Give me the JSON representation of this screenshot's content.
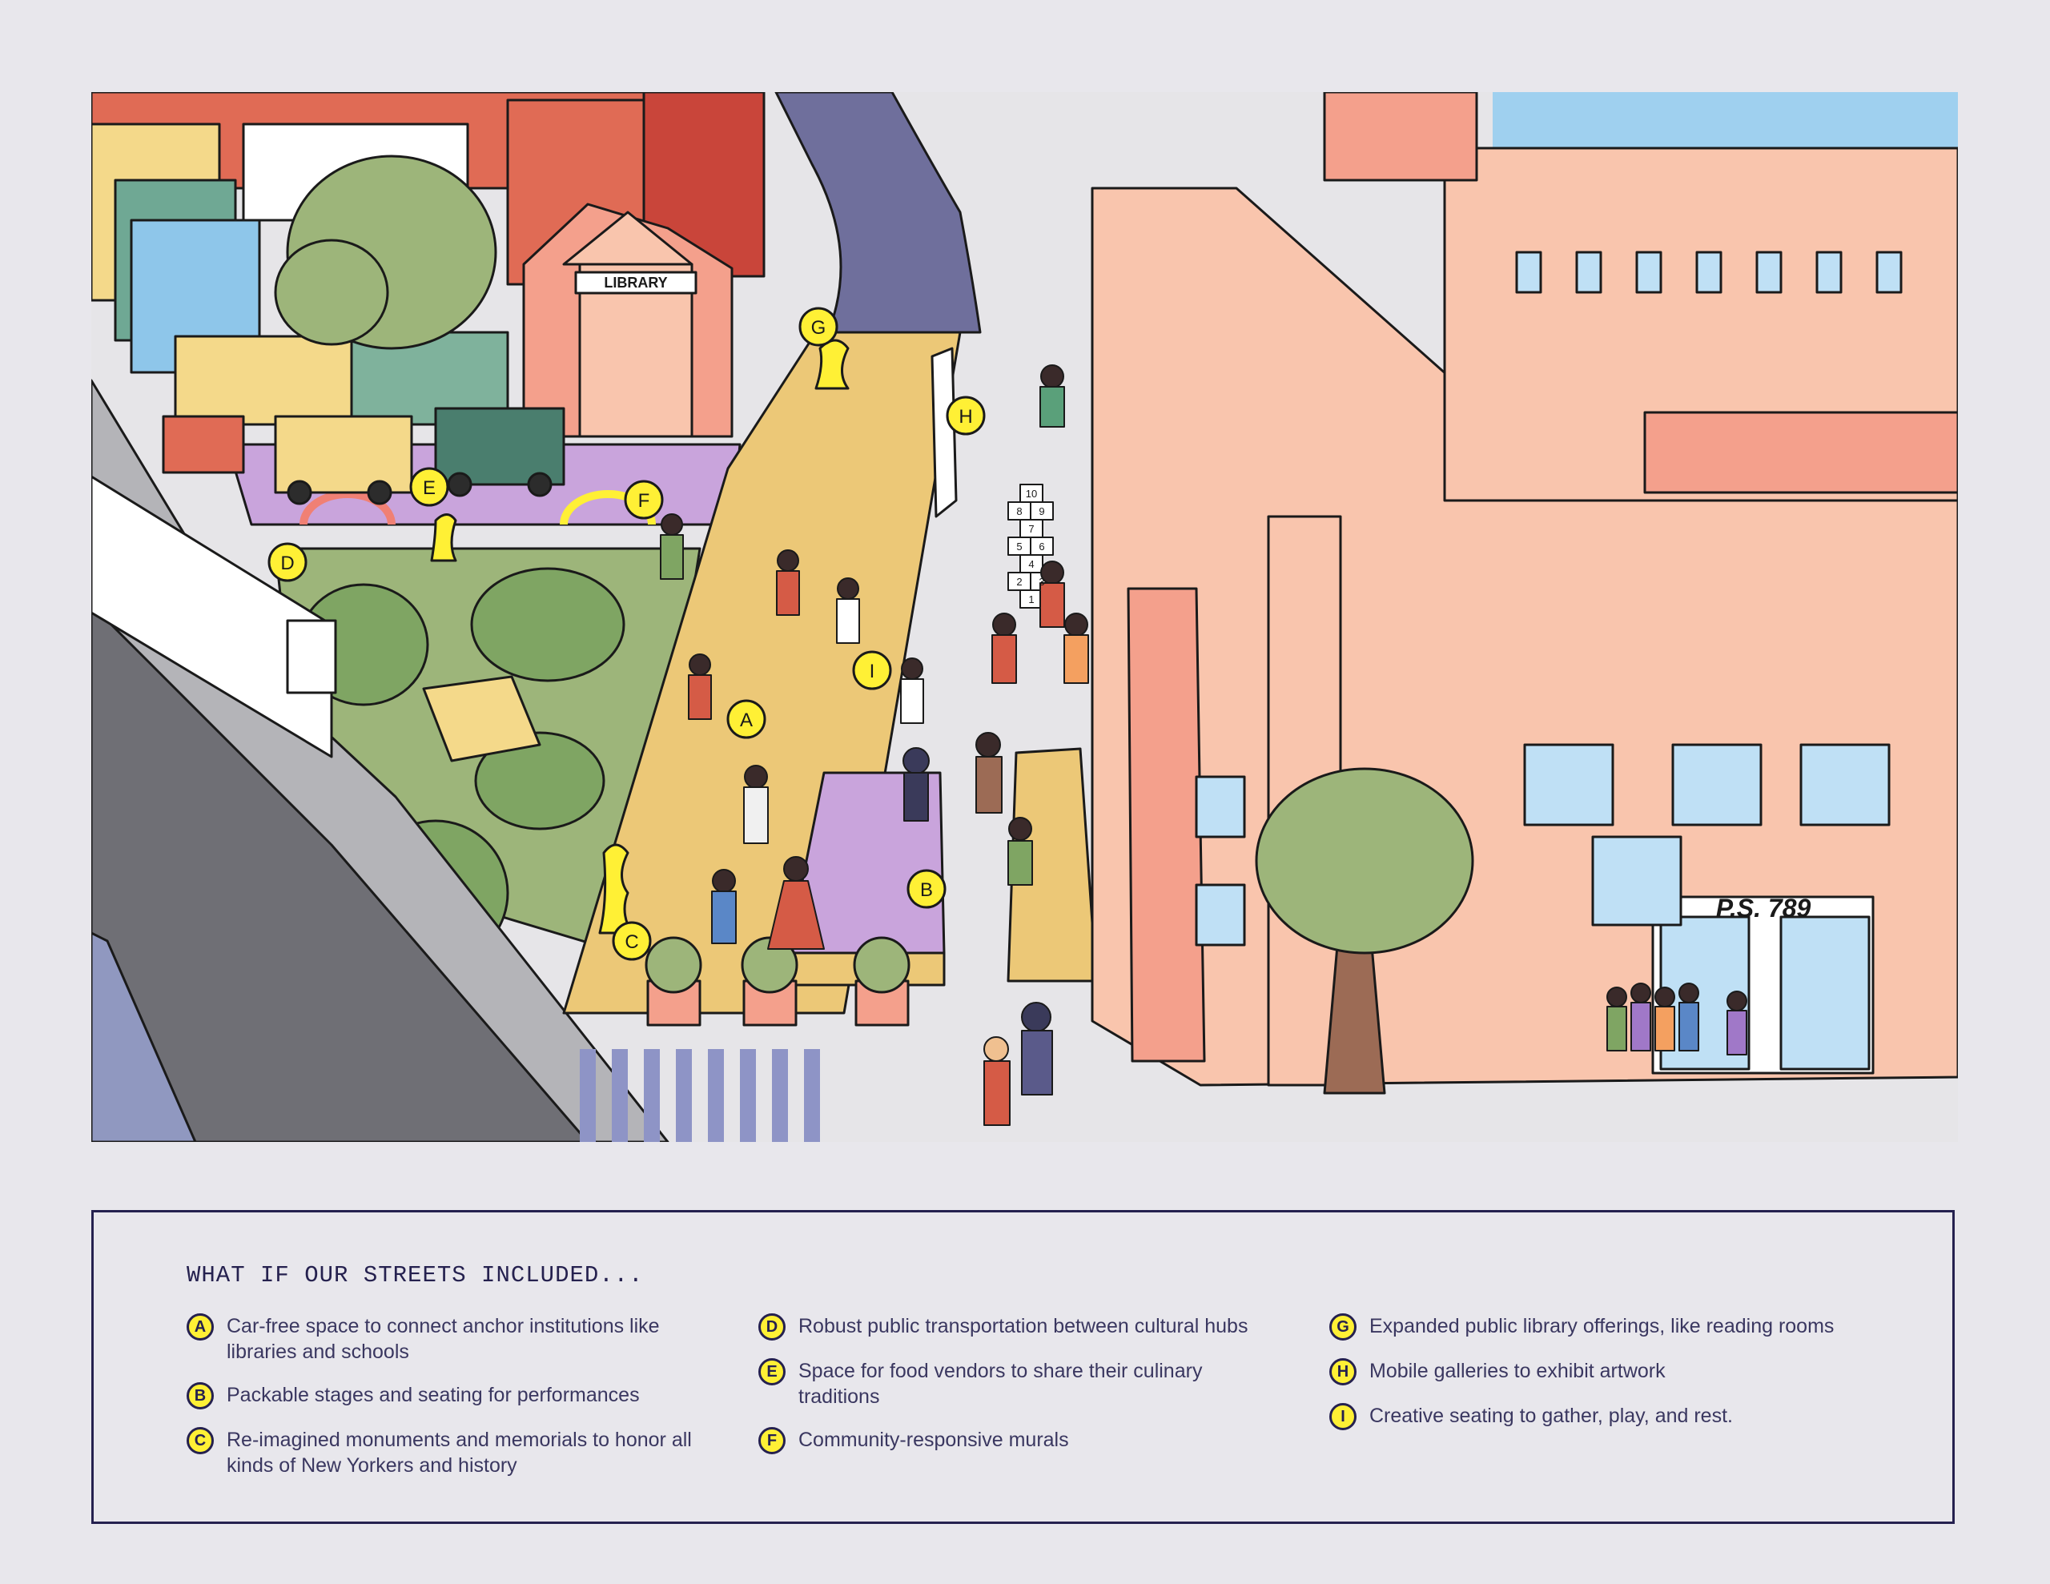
{
  "illustration": {
    "signs": {
      "library": "LIBRARY",
      "school": "P.S. 789"
    },
    "markers": [
      "A",
      "B",
      "C",
      "D",
      "E",
      "F",
      "G",
      "H",
      "I"
    ],
    "hopscotch": [
      "10",
      "8",
      "9",
      "7",
      "5",
      "6",
      "4",
      "2",
      "3",
      "1"
    ],
    "colors": {
      "sidewalk": "#e6e5e8",
      "car_free_street": "#ecc877",
      "road": "#6f6f9c",
      "school": "#f9c5ad",
      "park": "#9db57a",
      "mural": "#c9a4dc",
      "stage": "#c9a4dc",
      "marker": "#fff035",
      "outline": "#1a1a1a"
    }
  },
  "legend": {
    "title": "WHAT IF OUR STREETS INCLUDED...",
    "columns": [
      [
        {
          "letter": "A",
          "text": "Car-free space to connect anchor institutions like libraries and schools"
        },
        {
          "letter": "B",
          "text": "Packable stages and seating for performances"
        },
        {
          "letter": "C",
          "text": "Re-imagined monuments and memorials to honor all kinds of New Yorkers and history"
        }
      ],
      [
        {
          "letter": "D",
          "text": "Robust public transportation between cultural hubs"
        },
        {
          "letter": "E",
          "text": "Space for food vendors to share their culinary traditions"
        },
        {
          "letter": "F",
          "text": "Community-responsive murals"
        }
      ],
      [
        {
          "letter": "G",
          "text": "Expanded public library offerings, like reading rooms"
        },
        {
          "letter": "H",
          "text": "Mobile galleries to exhibit artwork"
        },
        {
          "letter": "I",
          "text": "Creative seating to gather, play, and rest."
        }
      ]
    ]
  }
}
